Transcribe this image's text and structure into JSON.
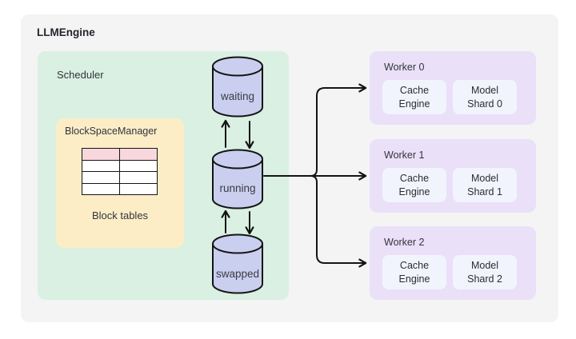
{
  "engine": {
    "title": "LLMEngine"
  },
  "scheduler": {
    "label": "Scheduler",
    "block_space_manager": {
      "label": "BlockSpaceManager",
      "table_caption": "Block tables",
      "table": {
        "rows": 4,
        "cols": 2,
        "header_color": "#f8d8dd"
      }
    },
    "queues": [
      {
        "label": "waiting"
      },
      {
        "label": "running"
      },
      {
        "label": "swapped"
      }
    ]
  },
  "workers": [
    {
      "label": "Worker 0",
      "cache_engine": "Cache Engine",
      "model_shard": "Model Shard 0"
    },
    {
      "label": "Worker 1",
      "cache_engine": "Cache Engine",
      "model_shard": "Model Shard 1"
    },
    {
      "label": "Worker 2",
      "cache_engine": "Cache Engine",
      "model_shard": "Model Shard 2"
    }
  ],
  "colors": {
    "outer_bg": "#f4f4f4",
    "scheduler_bg": "#d9f0e2",
    "bsm_bg": "#fcedc7",
    "table_header": "#f8d8dd",
    "queue_fill": "#cacff0",
    "worker_bg": "#eae0f8",
    "worker_inner_bg": "#f2f4fd",
    "line": "#141414",
    "text": "#2b2c33"
  }
}
